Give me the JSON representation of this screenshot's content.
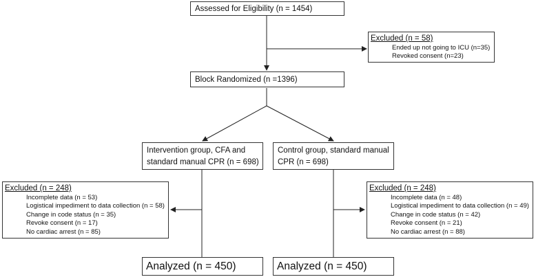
{
  "assessed": "Assessed for Eligibility (n = 1454)",
  "excluded_top": {
    "title": "Excluded (n = 58)",
    "items": [
      "Ended up not going to ICU (n=35)",
      "Revoked consent (n=23)"
    ]
  },
  "randomized": "Block Randomized (n =1396)",
  "intervention": {
    "line1": "Intervention group, CFA and",
    "line2": "standard manual CPR (n = 698)"
  },
  "control": {
    "line1": "Control group, standard manual",
    "line2": "CPR (n = 698)"
  },
  "excluded_left": {
    "title": "Excluded (n = 248)",
    "items": [
      "Incomplete data (n = 53)",
      "Logistical impediment to data collection (n = 58)",
      "Change in code status (n = 35)",
      "Revoke consent (n = 17)",
      "No cardiac arrest (n = 85)"
    ]
  },
  "excluded_right": {
    "title": "Excluded (n = 248)",
    "items": [
      "Incomplete data (n = 48)",
      "Logistical impediment to data collection (n = 49)",
      "Change in code status (n = 42)",
      "Revoke consent (n = 21)",
      "No cardiac arrest (n = 88)"
    ]
  },
  "analyzed_left": "Analyzed (n = 450)",
  "analyzed_right": "Analyzed (n = 450)"
}
